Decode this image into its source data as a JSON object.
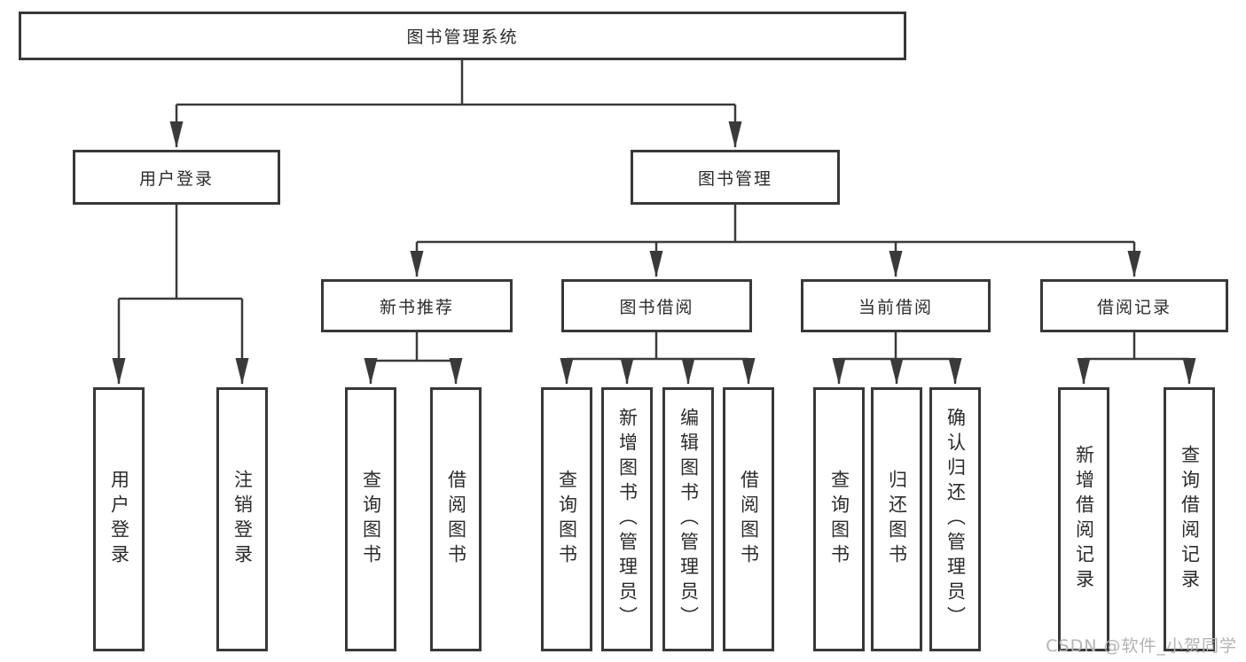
{
  "diagram": {
    "root": {
      "label": "图书管理系统"
    },
    "branches": {
      "login": {
        "label": "用户登录",
        "children": [
          "用户登录",
          "注销登录"
        ]
      },
      "management": {
        "label": "图书管理",
        "modules": [
          {
            "label": "新书推荐",
            "children": [
              "查询图书",
              "借阅图书"
            ]
          },
          {
            "label": "图书借阅",
            "children": [
              "查询图书",
              "新增图书（管理员）",
              "编辑图书（管理员）",
              "借阅图书"
            ]
          },
          {
            "label": "当前借阅",
            "children": [
              "查询图书",
              "归还图书",
              "确认归还（管理员）"
            ]
          },
          {
            "label": "借阅记录",
            "children": [
              "新增借阅记录",
              "查询借阅记录"
            ]
          }
        ]
      }
    }
  },
  "watermark": "CSDN @软件_小贺同学",
  "colors": {
    "line": "#3a3a3a",
    "text": "#2b2b2b",
    "background": "#ffffff",
    "watermark": "#b3b3b3"
  }
}
